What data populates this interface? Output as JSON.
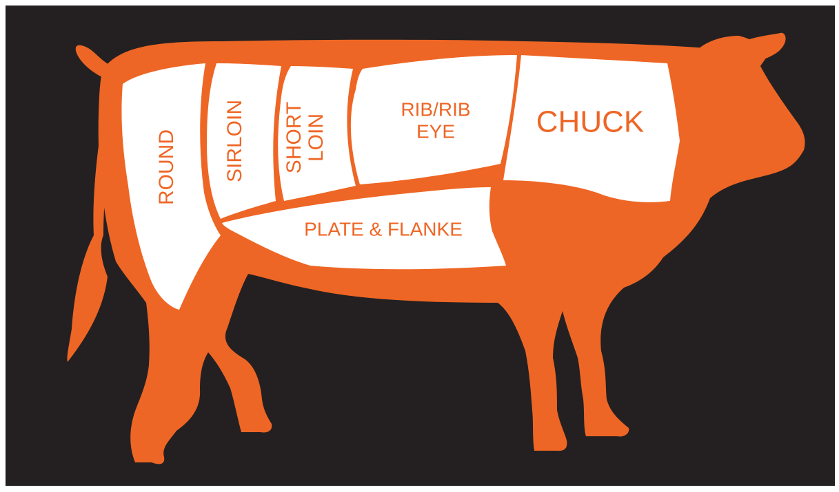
{
  "colors": {
    "frame": "#ffffff",
    "background": "#242021",
    "cow": "#ee6625",
    "cut_fill": "#ffffff",
    "label": "#ee6625"
  },
  "cuts": {
    "round": "ROUND",
    "sirloin": "SIRLOIN",
    "short_loin_line1": "SHORT",
    "short_loin_line2": "LOIN",
    "rib_line1": "RIB/RIB",
    "rib_line2": "EYE",
    "chuck": "CHUCK",
    "plate_flanke": "PLATE & FLANKE"
  }
}
